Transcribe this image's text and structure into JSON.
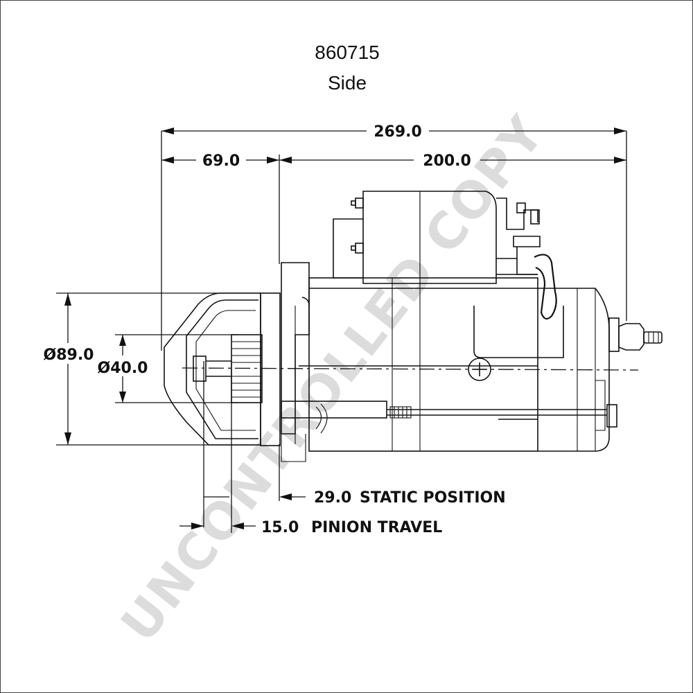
{
  "drawing": {
    "part_number": "860715",
    "view": "Side",
    "watermark": "UNCONTROLLED COPY",
    "line_color": "#111111",
    "watermark_color": "#dcdcdc"
  },
  "dimensions": {
    "overall_length": "269.0",
    "front_length": "69.0",
    "body_length": "200.0",
    "flange_diameter": "Ø89.0",
    "pinion_diameter": "Ø40.0",
    "static_position": "29.0",
    "static_position_label": "STATIC POSITION",
    "pinion_travel": "15.0",
    "pinion_travel_label": "PINION TRAVEL"
  }
}
